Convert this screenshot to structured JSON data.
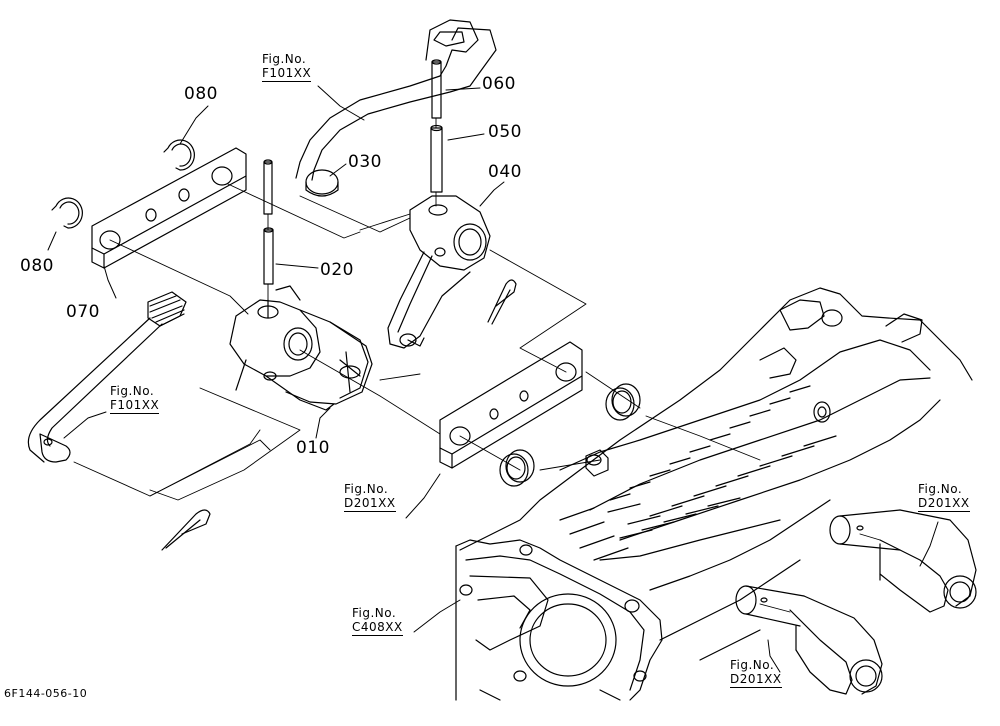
{
  "callouts": [
    {
      "id": "080a",
      "text": "080"
    },
    {
      "id": "080b",
      "text": "080"
    },
    {
      "id": "070",
      "text": "070"
    },
    {
      "id": "030",
      "text": "030"
    },
    {
      "id": "020",
      "text": "020"
    },
    {
      "id": "010",
      "text": "010"
    },
    {
      "id": "060",
      "text": "060"
    },
    {
      "id": "050",
      "text": "050"
    },
    {
      "id": "040",
      "text": "040"
    }
  ],
  "figure_refs": [
    {
      "id": "f101-top",
      "prefix": "Fig.No.",
      "code": "F101XX"
    },
    {
      "id": "f101-left",
      "prefix": "Fig.No.",
      "code": "F101XX"
    },
    {
      "id": "d201-mid",
      "prefix": "Fig.No.",
      "code": "D201XX"
    },
    {
      "id": "d201-right",
      "prefix": "Fig.No.",
      "code": "D201XX"
    },
    {
      "id": "c408",
      "prefix": "Fig.No.",
      "code": "C408XX"
    },
    {
      "id": "d201-bottom",
      "prefix": "Fig.No.",
      "code": "D201XX"
    }
  ],
  "drawing_code": "6F144-056-10",
  "colors": {
    "line": "#000000",
    "background": "#ffffff"
  }
}
